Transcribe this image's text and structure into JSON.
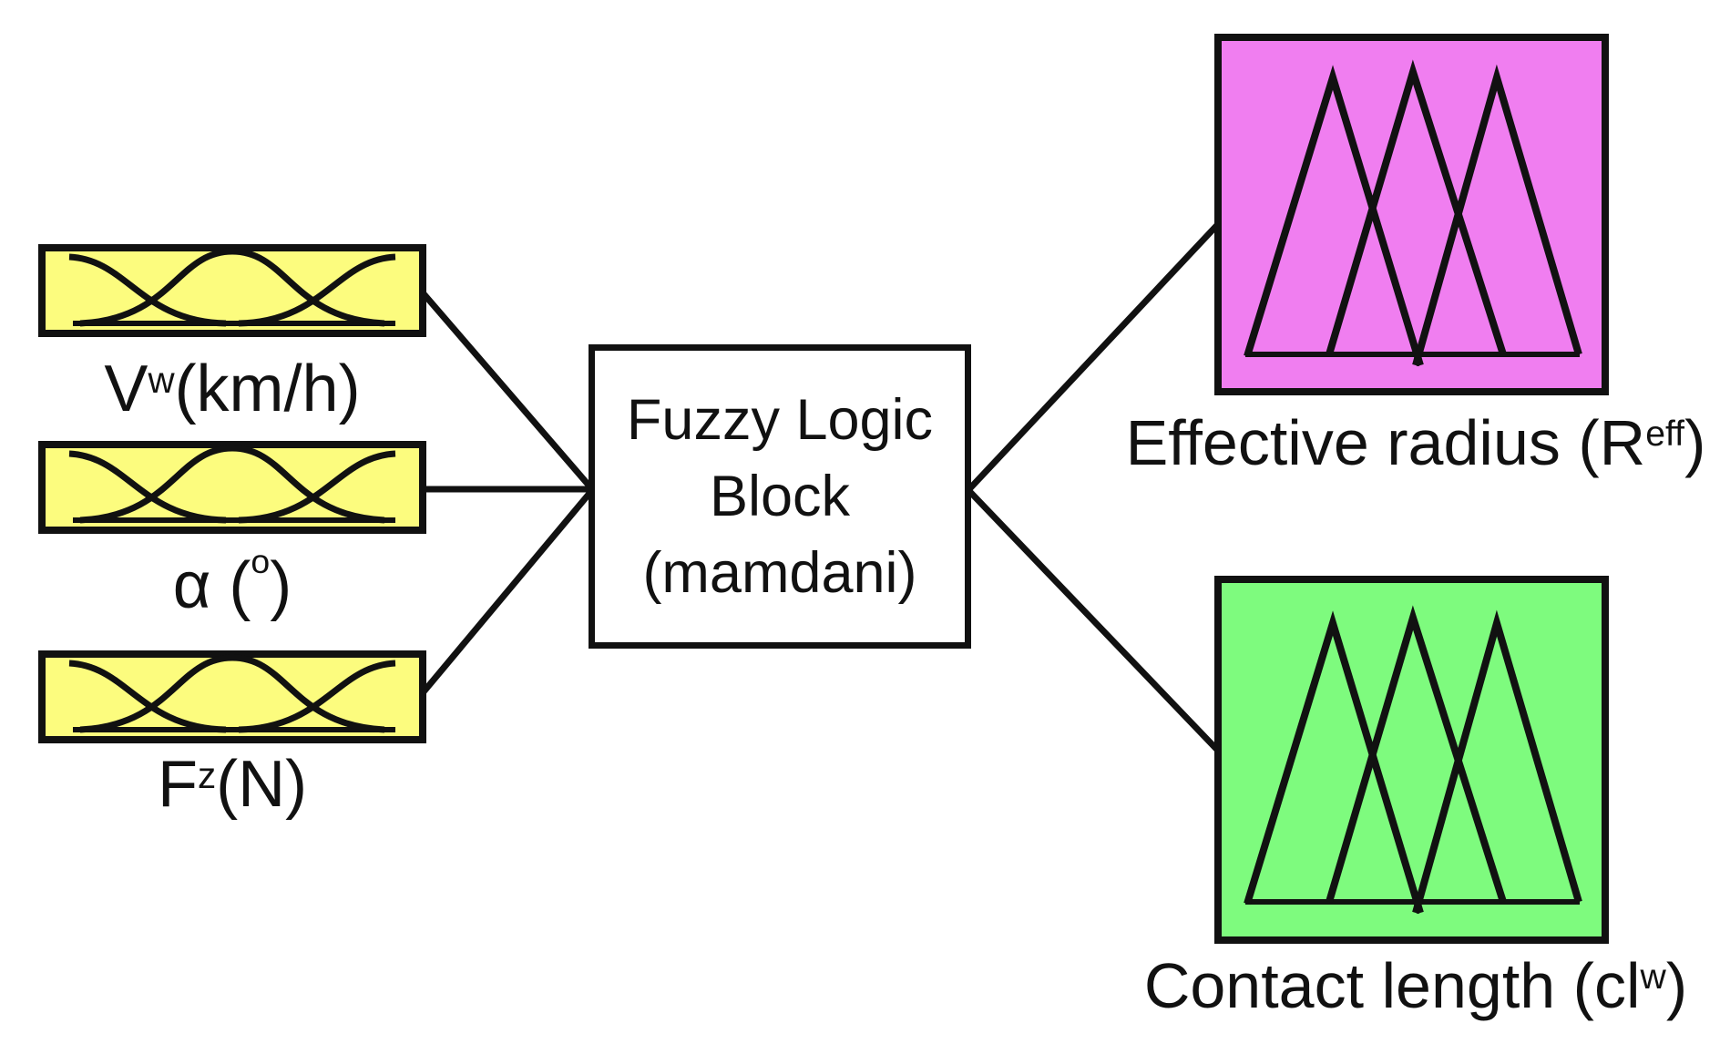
{
  "colors": {
    "input_box_fill": "#fcfc7e",
    "effective_radius_fill": "#f07ef0",
    "contact_length_fill": "#7efb7e",
    "line_color": "#111111",
    "process_box_fill": "#ffffff"
  },
  "inputs": [
    {
      "pre": "V",
      "sub": "w",
      "post": "(km/h)"
    },
    {
      "pre": "α (",
      "sup": "o",
      "post": ")"
    },
    {
      "pre": "F",
      "sub": "z",
      "post": " (N)"
    }
  ],
  "process_block": {
    "line1": "Fuzzy Logic",
    "line2": "Block",
    "line3": "(mamdani)"
  },
  "outputs": [
    {
      "pre": "Effective radius (R",
      "sub": "eff",
      "post": ")"
    },
    {
      "pre": "Contact length (cl",
      "sub": "w",
      "post": ")"
    }
  ]
}
